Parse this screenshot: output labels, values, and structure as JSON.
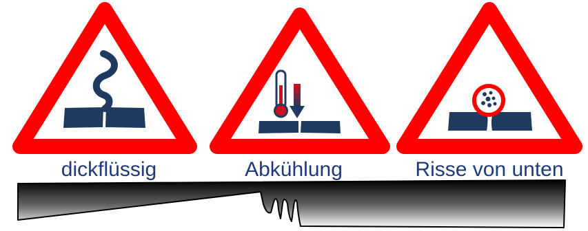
{
  "signs": [
    {
      "label": "dickflüssig",
      "icon": "viscous-flow-icon"
    },
    {
      "label": "Abkühlung",
      "icon": "thermometer-cooling-icon"
    },
    {
      "label": "Risse von unten",
      "icon": "cracks-from-below-icon"
    }
  ],
  "colors": {
    "border_red": "#ff0000",
    "symbol_blue": "#1e3a5f",
    "label_blue": "#1e3a78",
    "ground_dark": "#000000",
    "ground_light": "#ffffff"
  }
}
